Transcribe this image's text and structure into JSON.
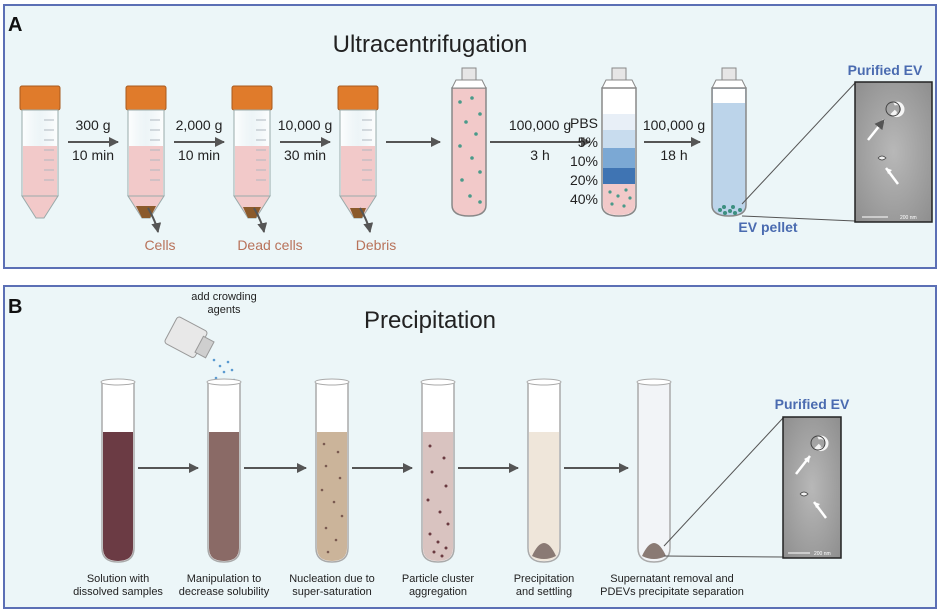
{
  "panelA": {
    "letter": "A",
    "title": "Ultracentrifugation",
    "step1": {
      "speed": "300 g",
      "time": "10 min"
    },
    "step2": {
      "speed": "2,000 g",
      "time": "10 min"
    },
    "step3": {
      "speed": "10,000 g",
      "time": "30 min"
    },
    "step4": {
      "speed": "100,000 g",
      "time": "3 h"
    },
    "step5": {
      "speed": "100,000 g",
      "time": "18 h"
    },
    "waste": [
      "Cells",
      "Dead cells",
      "Debris"
    ],
    "gradient": [
      "PBS",
      "5%",
      "10%",
      "20%",
      "40%"
    ],
    "pellet_label": "EV pellet",
    "purified_label": "Purified EV",
    "scale_label": "200 nm"
  },
  "panelB": {
    "letter": "B",
    "title": "Precipitation",
    "agent_label": [
      "add crowding",
      "agents"
    ],
    "purified_label": "Purified EV",
    "scale_label": "200 nm",
    "captions": [
      [
        "Solution with",
        "dissolved samples"
      ],
      [
        "Manipulation to",
        "decrease solubility"
      ],
      [
        "Nucleation due to",
        "super-saturation"
      ],
      [
        "Particle cluster",
        "aggregation"
      ],
      [
        "Precipitation",
        "and settling"
      ],
      [
        "Supernatant removal and",
        "PDEVs precipitate separation"
      ]
    ]
  },
  "colors": {
    "border": "#5b6fb5",
    "panel_bg": "#ecf6f8",
    "cap": "#e07b2b",
    "liquid_pink": "#f2c9c9",
    "waste_text": "#b8725a",
    "accent_blue": "#4a6bb0",
    "dark_liquid": "#6b3b44"
  }
}
